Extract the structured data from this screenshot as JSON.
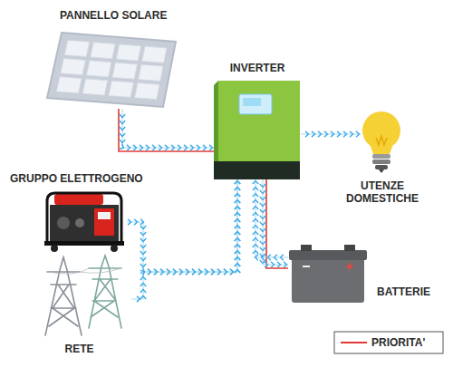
{
  "diagram": {
    "nodes": [
      {
        "text": [
          "PANNELLO SOLARE"
        ]
      },
      {
        "text": [
          "INVERTER"
        ]
      },
      {
        "text": [
          "UTENZE DOMESTICHE"
        ]
      },
      {
        "text": [
          "GRUPPO ELETTROGENO"
        ]
      },
      {
        "text": [
          "BATTERIE"
        ]
      },
      {
        "text": [
          "RETE"
        ]
      }
    ],
    "edges": [
      {
        "from": 0,
        "to": 1,
        "arrow": "to"
      },
      {
        "from": 1,
        "to": 2,
        "arrow": "to"
      },
      {
        "from": 3,
        "to": 1,
        "arrow": "to"
      },
      {
        "from": 5,
        "to": 1,
        "arrow": "to"
      },
      {
        "from": 1,
        "to": 4,
        "arrow": "both"
      }
    ],
    "legend": [
      {
        "text": "PRIORITA'"
      }
    ]
  }
}
